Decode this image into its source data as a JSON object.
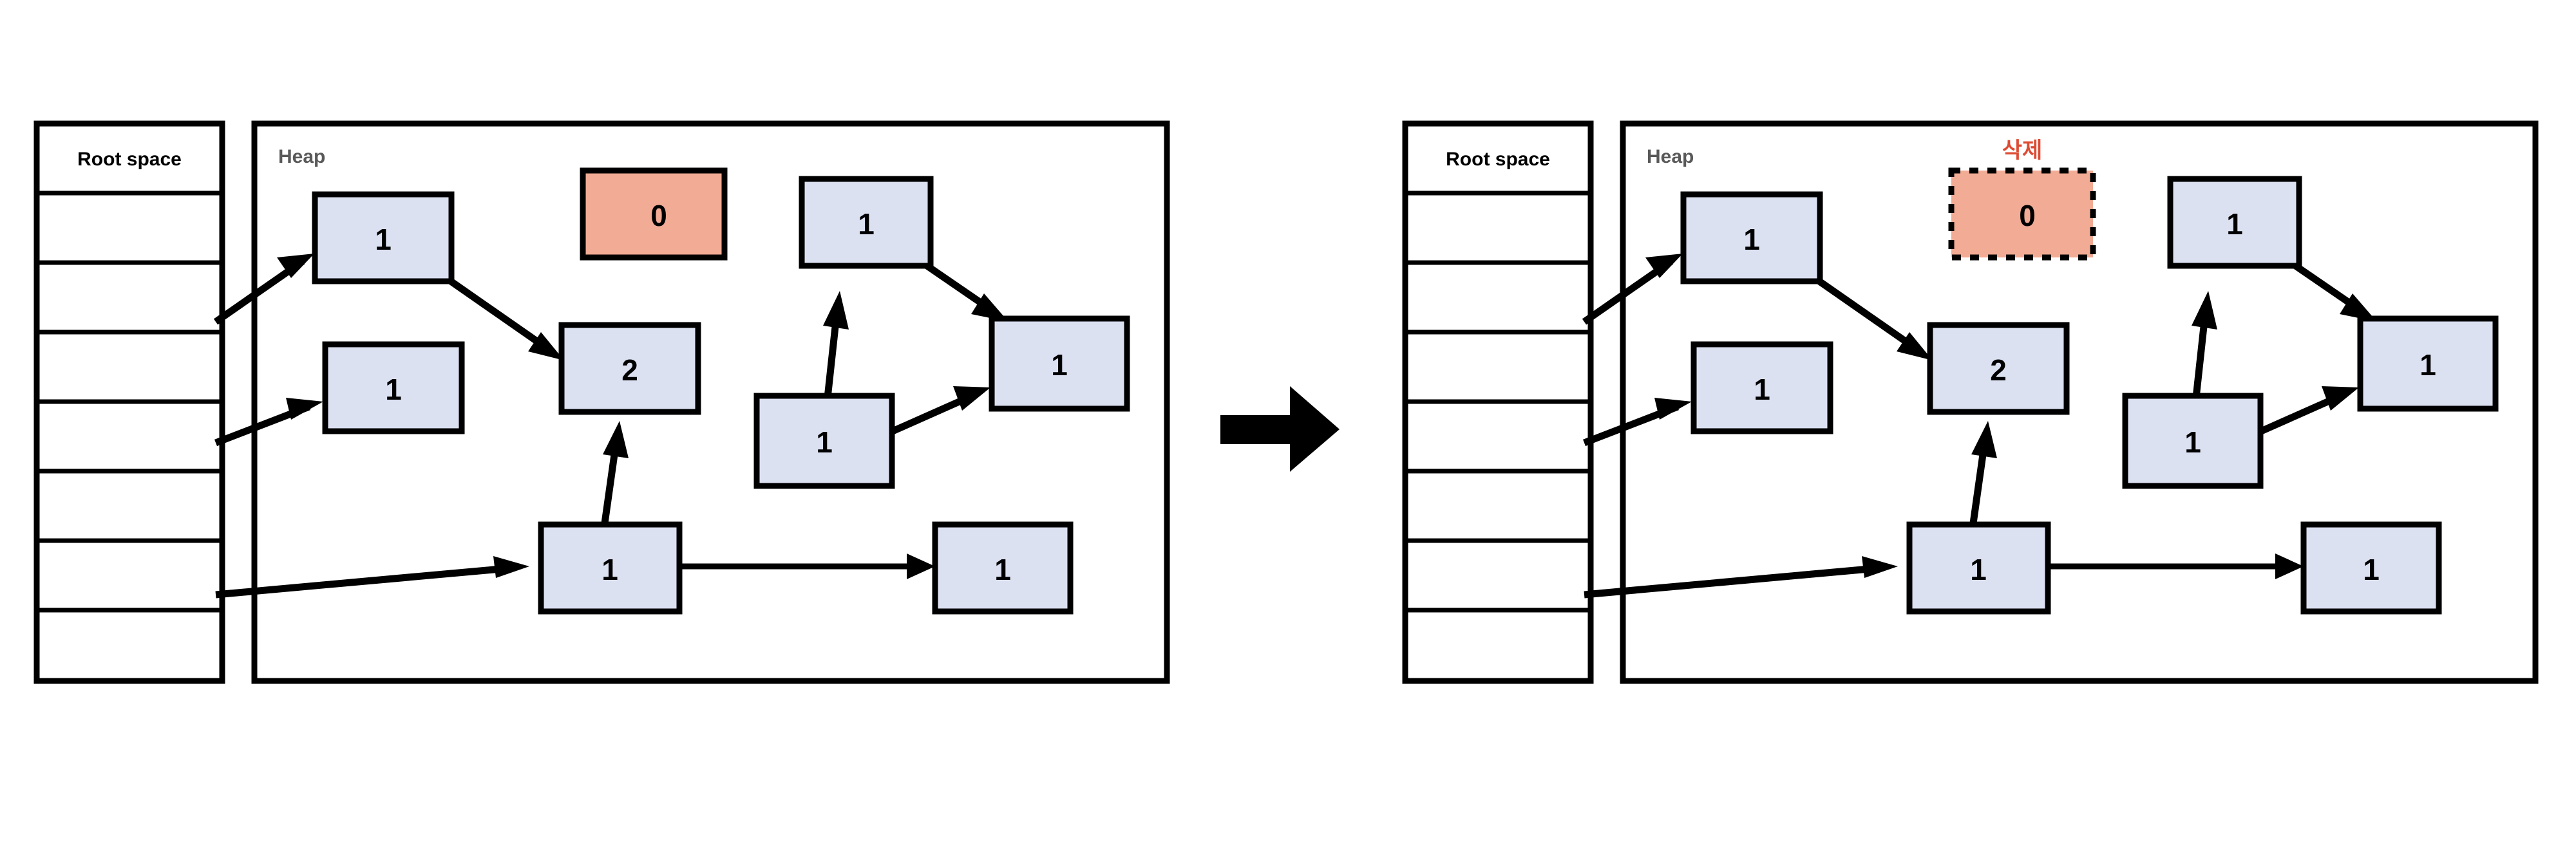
{
  "diagram": {
    "title": "Reference counting garbage collection — before and after deletion",
    "colors": {
      "node_fill": "#dce1f2",
      "dead_node_fill": "#f2ab94",
      "stroke": "#000000",
      "heap_label": "#595959",
      "delete_label": "#dd4b33",
      "background": "#ffffff"
    }
  },
  "panels": [
    {
      "id": "before",
      "root_space": {
        "title": "Root space",
        "slot_count": 7,
        "slots": [
          "",
          "",
          "",
          "",
          "",
          "",
          ""
        ]
      },
      "heap": {
        "title": "Heap",
        "nodes": [
          {
            "id": "b-n1",
            "label": "1",
            "state": "live"
          },
          {
            "id": "b-n2",
            "label": "1",
            "state": "live"
          },
          {
            "id": "b-n3",
            "label": "2",
            "state": "live"
          },
          {
            "id": "b-n0",
            "label": "0",
            "state": "dead"
          },
          {
            "id": "b-n4",
            "label": "1",
            "state": "live"
          },
          {
            "id": "b-n5",
            "label": "1",
            "state": "live"
          },
          {
            "id": "b-n6",
            "label": "1",
            "state": "live"
          },
          {
            "id": "b-n7",
            "label": "1",
            "state": "live"
          },
          {
            "id": "b-n8",
            "label": "1",
            "state": "live"
          }
        ],
        "edges": [
          {
            "from": "root-slot-2",
            "to": "b-n1"
          },
          {
            "from": "root-slot-4",
            "to": "b-n2"
          },
          {
            "from": "root-slot-6",
            "to": "b-n7"
          },
          {
            "from": "b-n1",
            "to": "b-n3"
          },
          {
            "from": "b-n7",
            "to": "b-n3"
          },
          {
            "from": "b-n7",
            "to": "b-n8"
          },
          {
            "from": "b-n4",
            "to": "b-n6"
          },
          {
            "from": "b-n5",
            "to": "b-n4"
          },
          {
            "from": "b-n5",
            "to": "b-n6"
          }
        ],
        "annotation": null
      }
    },
    {
      "id": "after",
      "root_space": {
        "title": "Root space",
        "slot_count": 7,
        "slots": [
          "",
          "",
          "",
          "",
          "",
          "",
          ""
        ]
      },
      "heap": {
        "title": "Heap",
        "nodes": [
          {
            "id": "a-n1",
            "label": "1",
            "state": "live"
          },
          {
            "id": "a-n2",
            "label": "1",
            "state": "live"
          },
          {
            "id": "a-n3",
            "label": "2",
            "state": "live"
          },
          {
            "id": "a-n0",
            "label": "0",
            "state": "deleted"
          },
          {
            "id": "a-n4",
            "label": "1",
            "state": "live"
          },
          {
            "id": "a-n5",
            "label": "1",
            "state": "live"
          },
          {
            "id": "a-n6",
            "label": "1",
            "state": "live"
          },
          {
            "id": "a-n7",
            "label": "1",
            "state": "live"
          },
          {
            "id": "a-n8",
            "label": "1",
            "state": "live"
          }
        ],
        "edges": [
          {
            "from": "root-slot-2",
            "to": "a-n1"
          },
          {
            "from": "root-slot-4",
            "to": "a-n2"
          },
          {
            "from": "root-slot-6",
            "to": "a-n7"
          },
          {
            "from": "a-n1",
            "to": "a-n3"
          },
          {
            "from": "a-n7",
            "to": "a-n3"
          },
          {
            "from": "a-n7",
            "to": "a-n8"
          },
          {
            "from": "a-n4",
            "to": "a-n6"
          },
          {
            "from": "a-n5",
            "to": "a-n4"
          },
          {
            "from": "a-n5",
            "to": "a-n6"
          }
        ],
        "annotation": {
          "text": "삭제",
          "target": "a-n0"
        }
      }
    }
  ],
  "transition": {
    "symbol": "→",
    "name": "transition-arrow"
  }
}
